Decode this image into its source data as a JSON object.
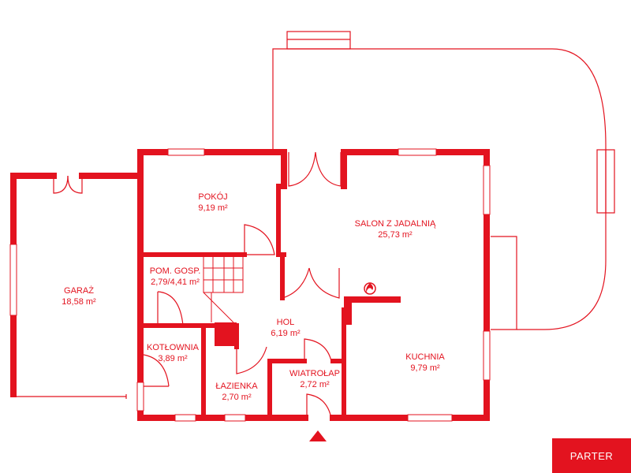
{
  "plan": {
    "rooms": [
      {
        "id": "pokoj",
        "name": "POKÓJ",
        "area": "9,19 m²"
      },
      {
        "id": "salon",
        "name": "SALON Z JADALNIĄ",
        "area": "25,73 m²"
      },
      {
        "id": "pom-gosp",
        "name": "POM. GOSP.",
        "area": "2,79/4,41 m²"
      },
      {
        "id": "garaz",
        "name": "GARAŻ",
        "area": "18,58 m²"
      },
      {
        "id": "hol",
        "name": "HOL",
        "area": "6,19 m²"
      },
      {
        "id": "kotlownia",
        "name": "KOTŁOWNIA",
        "area": "3,89 m²"
      },
      {
        "id": "kuchnia",
        "name": "KUCHNIA",
        "area": "9,79 m²"
      },
      {
        "id": "lazienka",
        "name": "ŁAZIENKA",
        "area": "2,70 m²"
      },
      {
        "id": "wiatrolap",
        "name": "WIATROŁAP",
        "area": "2,72 m²"
      }
    ]
  },
  "floor_label": "PARTER",
  "colors": {
    "walls": "#e3131f",
    "background": "#ffffff",
    "badge_text": "#ffffff"
  },
  "icons": [
    "fireplace-flame-icon",
    "entrance-arrow-icon"
  ]
}
